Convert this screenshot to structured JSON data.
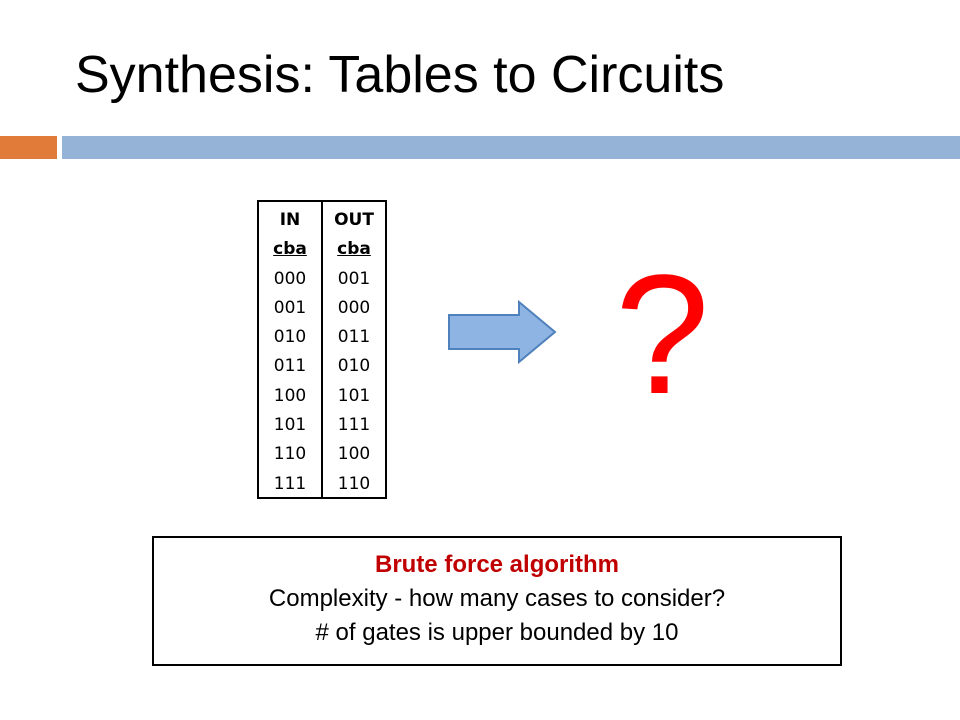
{
  "slide": {
    "title": "Synthesis: Tables to Circuits"
  },
  "colors": {
    "accent_bar_left": "#e07b39",
    "accent_bar_right": "#95b3d7",
    "arrow_fill": "#8db4e2",
    "arrow_stroke": "#4f81bd",
    "question_mark": "#ff0000",
    "note_title": "#c00000"
  },
  "truth_table": {
    "in_header": "IN",
    "in_subheader": "cba",
    "out_header": "OUT",
    "out_subheader": "cba",
    "in_values": [
      "000",
      "001",
      "010",
      "011",
      "100",
      "101",
      "110",
      "111"
    ],
    "out_values": [
      "001",
      "000",
      "011",
      "010",
      "101",
      "111",
      "100",
      "110"
    ]
  },
  "question_mark": "?",
  "icons": {
    "arrow": "right-arrow-icon"
  },
  "note": {
    "title": "Brute force algorithm",
    "line1": "Complexity - how many cases to consider?",
    "line2": "# of gates is upper bounded by 10"
  }
}
